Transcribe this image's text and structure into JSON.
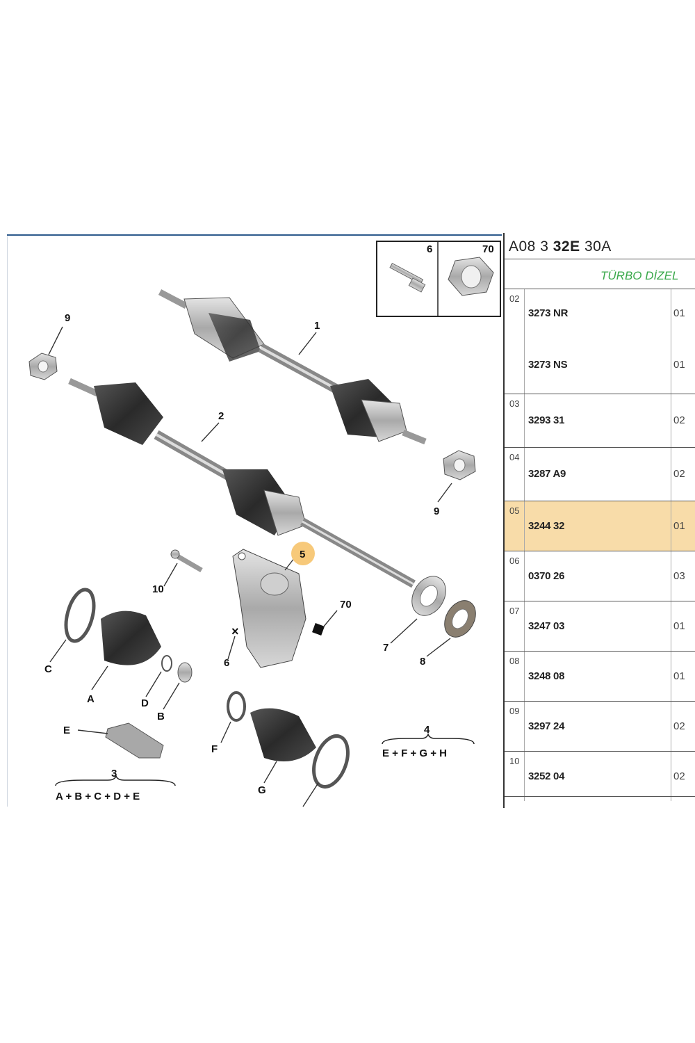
{
  "inset": {
    "label_left": "6",
    "label_right": "70"
  },
  "callouts": {
    "c1": "1",
    "c2": "2",
    "c5": "5",
    "c6": "6",
    "c7": "7",
    "c8": "8",
    "c9a": "9",
    "c9b": "9",
    "c10": "10",
    "c70": "70",
    "cA": "A",
    "cB": "B",
    "cC": "C",
    "cD": "D",
    "cE": "E",
    "cF": "F",
    "cG": "G"
  },
  "kits": {
    "kit3_number": "3",
    "kit3_formula": "A + B + C + D + E",
    "kit4_number": "4",
    "kit4_formula": "E + F + G + H"
  },
  "table": {
    "ref_prefix": "A08 3",
    "ref_bold": "32E",
    "ref_suffix": "30A",
    "engine": "TÜRBO DİZEL",
    "rows": [
      {
        "idx": "02",
        "refs": [
          "3273 NR",
          "3273 NS"
        ],
        "qtys": [
          "01",
          "01"
        ],
        "selected": false
      },
      {
        "idx": "03",
        "refs": [
          "3293 31"
        ],
        "qtys": [
          "02"
        ],
        "selected": false
      },
      {
        "idx": "04",
        "refs": [
          "3287 A9"
        ],
        "qtys": [
          "02"
        ],
        "selected": false
      },
      {
        "idx": "05",
        "refs": [
          "3244 32"
        ],
        "qtys": [
          "01"
        ],
        "selected": true
      },
      {
        "idx": "06",
        "refs": [
          "0370 26"
        ],
        "qtys": [
          "03"
        ],
        "selected": false
      },
      {
        "idx": "07",
        "refs": [
          "3247 03"
        ],
        "qtys": [
          "01"
        ],
        "selected": false
      },
      {
        "idx": "08",
        "refs": [
          "3248 08"
        ],
        "qtys": [
          "01"
        ],
        "selected": false
      },
      {
        "idx": "09",
        "refs": [
          "3297 24"
        ],
        "qtys": [
          "02"
        ],
        "selected": false
      },
      {
        "idx": "10",
        "refs": [
          "3252 04"
        ],
        "qtys": [
          "02"
        ],
        "selected": false
      }
    ]
  },
  "colors": {
    "highlight": "#f8dca9",
    "callout_highlight": "#f7c97a",
    "engine_text": "#3aa84a",
    "rule": "#2d5a8c"
  }
}
